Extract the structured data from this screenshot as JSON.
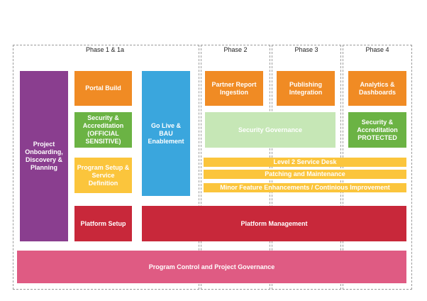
{
  "phases": {
    "p1": "Phase 1 & 1a",
    "p2": "Phase 2",
    "p3": "Phase 3",
    "p4": "Phase 4"
  },
  "boxes": {
    "onboarding": "Project Onboarding, Discovery & Planning",
    "portal_build": "Portal Build",
    "security_official": "Security & Accreditation (OFFICIAL SENSITIVE)",
    "program_setup": "Program Setup & Service Definition",
    "platform_setup": "Platform Setup",
    "go_live": "Go Live & BAU Enablement",
    "partner_report": "Partner Report Ingestion",
    "publishing": "Publishing Integration",
    "analytics": "Analytics & Dashboards",
    "security_governance": "Security Governance",
    "security_protected": "Security & Accreditation PROTECTED",
    "service_desk": "Level 2 Service Desk",
    "patching": "Patching and Maintenance",
    "minor_features": "Minor Feature Enhancements / Continious Improvement",
    "platform_management": "Platform Management",
    "program_control": "Program Control and Project Governance"
  },
  "colors": {
    "purple": "#8a3e8f",
    "orange": "#f08b24",
    "green": "#6bb344",
    "light_green": "#c6e7b6",
    "yellow": "#fbc53c",
    "blue": "#3aa6dd",
    "red": "#c8283a",
    "pink": "#df5b83"
  }
}
